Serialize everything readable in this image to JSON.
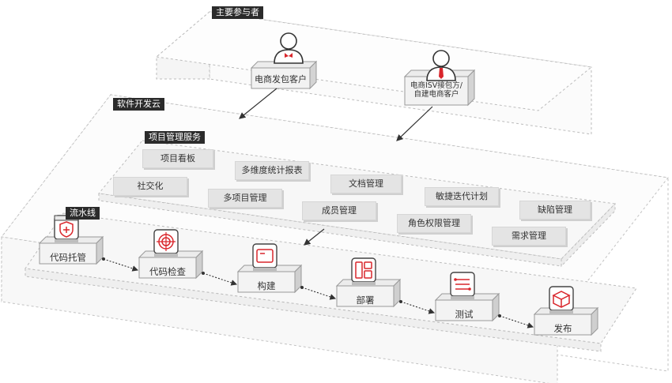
{
  "layers": {
    "participants": "主要参与者",
    "cloud": "软件开发云",
    "project": "项目管理服务",
    "pipeline": "流水线"
  },
  "participants": [
    {
      "label": "电商发包客户"
    },
    {
      "label_line1": "电商ISV接包方/",
      "label_line2": "自建电商客户"
    }
  ],
  "services": [
    "项目看板",
    "多维度统计报表",
    "文档管理",
    "敏捷迭代计划",
    "缺陷管理",
    "社交化",
    "多项目管理",
    "成员管理",
    "角色权限管理",
    "需求管理"
  ],
  "steps": [
    "代码托管",
    "代码检查",
    "构建",
    "部署",
    "测试",
    "发布"
  ],
  "icons": [
    "person-icon",
    "person-tie-icon",
    "shield-plus-icon",
    "target-icon",
    "window-icon",
    "layout-icon",
    "flow-icon",
    "package-icon"
  ],
  "colors": {
    "accent": "#d9262c",
    "ink": "#333333",
    "platform": "#e4e4e4",
    "dash": "#bbbbbb"
  }
}
